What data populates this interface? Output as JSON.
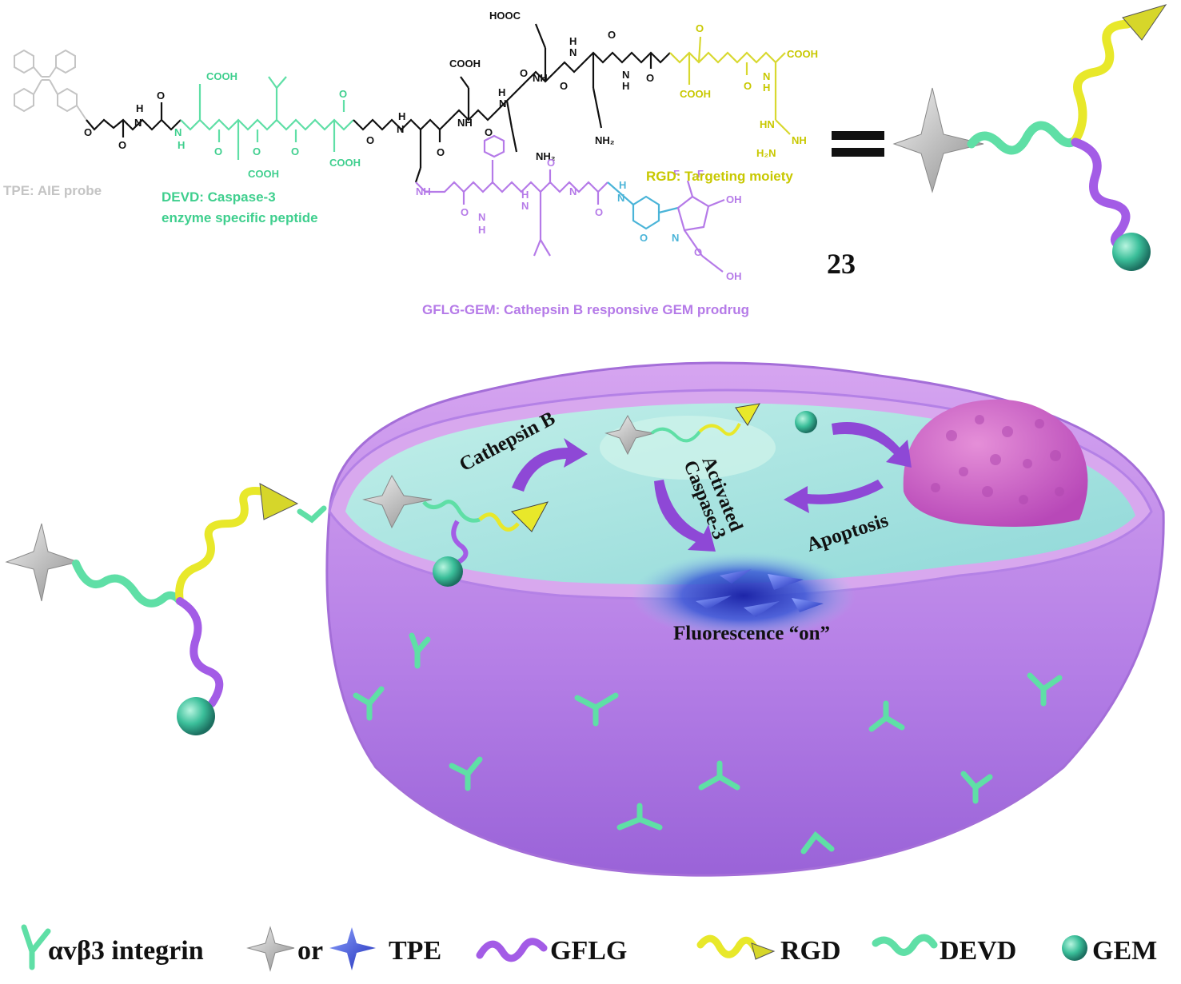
{
  "structure": {
    "tpe_label": "TPE: AIE probe",
    "devd_label_line1": "DEVD: Caspase-3",
    "devd_label_line2": "enzyme specific peptide",
    "rgd_label": "RGD: Targeting moiety",
    "gflg_label": "GFLG-GEM: Cathepsin B responsive GEM prodrug",
    "compound_number": "23",
    "atoms": {
      "hooc": "HOOC",
      "cooh": "COOH",
      "nh": "NH",
      "h": "H",
      "n": "N",
      "o": "O",
      "nh2": "NH₂",
      "h2n": "H₂N",
      "hn": "HN",
      "oh": "OH",
      "f": "F"
    }
  },
  "cell": {
    "cathepsin_label": "Cathepsin B",
    "caspase_label_line1": "Activated",
    "caspase_label_line2": "Caspase-3",
    "apoptosis_label": "Apoptosis",
    "fluorescence_label": "Fluorescence “on”"
  },
  "legend": {
    "integrin": "αvβ3 integrin",
    "or": "or",
    "tpe": "TPE",
    "gflg": "GFLG",
    "rgd": "RGD",
    "devd": "DEVD",
    "gem": "GEM"
  },
  "colors": {
    "tpe_gray": "#b8b8b8",
    "devd_green": "#5fdfa6",
    "rgd_yellow": "#e8e82a",
    "rgd_text": "#c8c800",
    "gflg_purple": "#a35ce6",
    "gem_teal": "#3bbf9a",
    "cell_membrane": "#b07ce6",
    "cytoplasm": "#a9e6e2",
    "nucleus": "#c95ac8",
    "fluorescence_blue": "#2a36c8"
  }
}
